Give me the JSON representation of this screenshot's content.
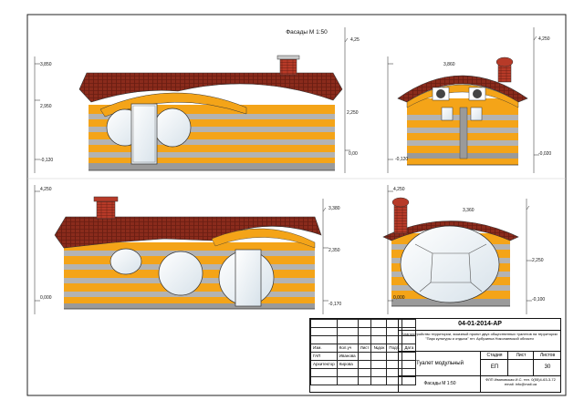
{
  "header": {
    "title": "Фасады М 1:50"
  },
  "elevations": {
    "top_left": {
      "levels": [
        "3,850",
        "2,950",
        "-0,120",
        "0,00"
      ],
      "ridge": "4,25"
    },
    "top_middle": {
      "level": "2,250"
    },
    "top_right": {
      "levels": [
        "3,860",
        "-0,120",
        "-0,020"
      ],
      "ridge": "4,250"
    },
    "bottom_left": {
      "levels": [
        "4,250",
        "0,000"
      ]
    },
    "bottom_middle": {
      "levels": [
        "3,380",
        "2,350",
        "-0,170"
      ]
    },
    "bottom_right": {
      "levels": [
        "4,250",
        "3,360",
        "2,250",
        "0,000",
        "-0,100"
      ]
    }
  },
  "stamp": {
    "code": "04-01-2014-АР",
    "description": "Благоустройство территории, эскизный проект двух общественных туалетов на территории \"Парк культуры и отдыха\" пгт. Арбузинка Николаевской области",
    "title": "Туалет модульный",
    "stage_label": "Стадия",
    "stage_value": "ЕП",
    "sheet_label": "Лист",
    "sheet_value": "",
    "sheets_label": "Листов",
    "sheets_value": "30",
    "sheet_name": "Фасады М 1:50",
    "org": "ФЛП Ивановская И.С. тел. 0(55)4-63-3-72 email: info@mail.ua",
    "rows": [
      [
        "",
        "",
        "",
        "",
        "",
        ""
      ],
      [
        "",
        "",
        "",
        "",
        "",
        ""
      ],
      [
        "",
        "",
        "",
        "",
        "",
        ""
      ],
      [
        "Изм.",
        "Кол.уч",
        "Лист",
        "№док",
        "Подп.",
        "Дата"
      ],
      [
        "ГАП",
        "Иванова",
        "",
        "",
        "",
        ""
      ],
      [
        "Архитектор",
        "Кирова",
        "",
        "",
        "",
        ""
      ],
      [
        "",
        "",
        "",
        "",
        "",
        ""
      ],
      [
        "",
        "",
        "",
        "",
        "",
        ""
      ]
    ]
  }
}
